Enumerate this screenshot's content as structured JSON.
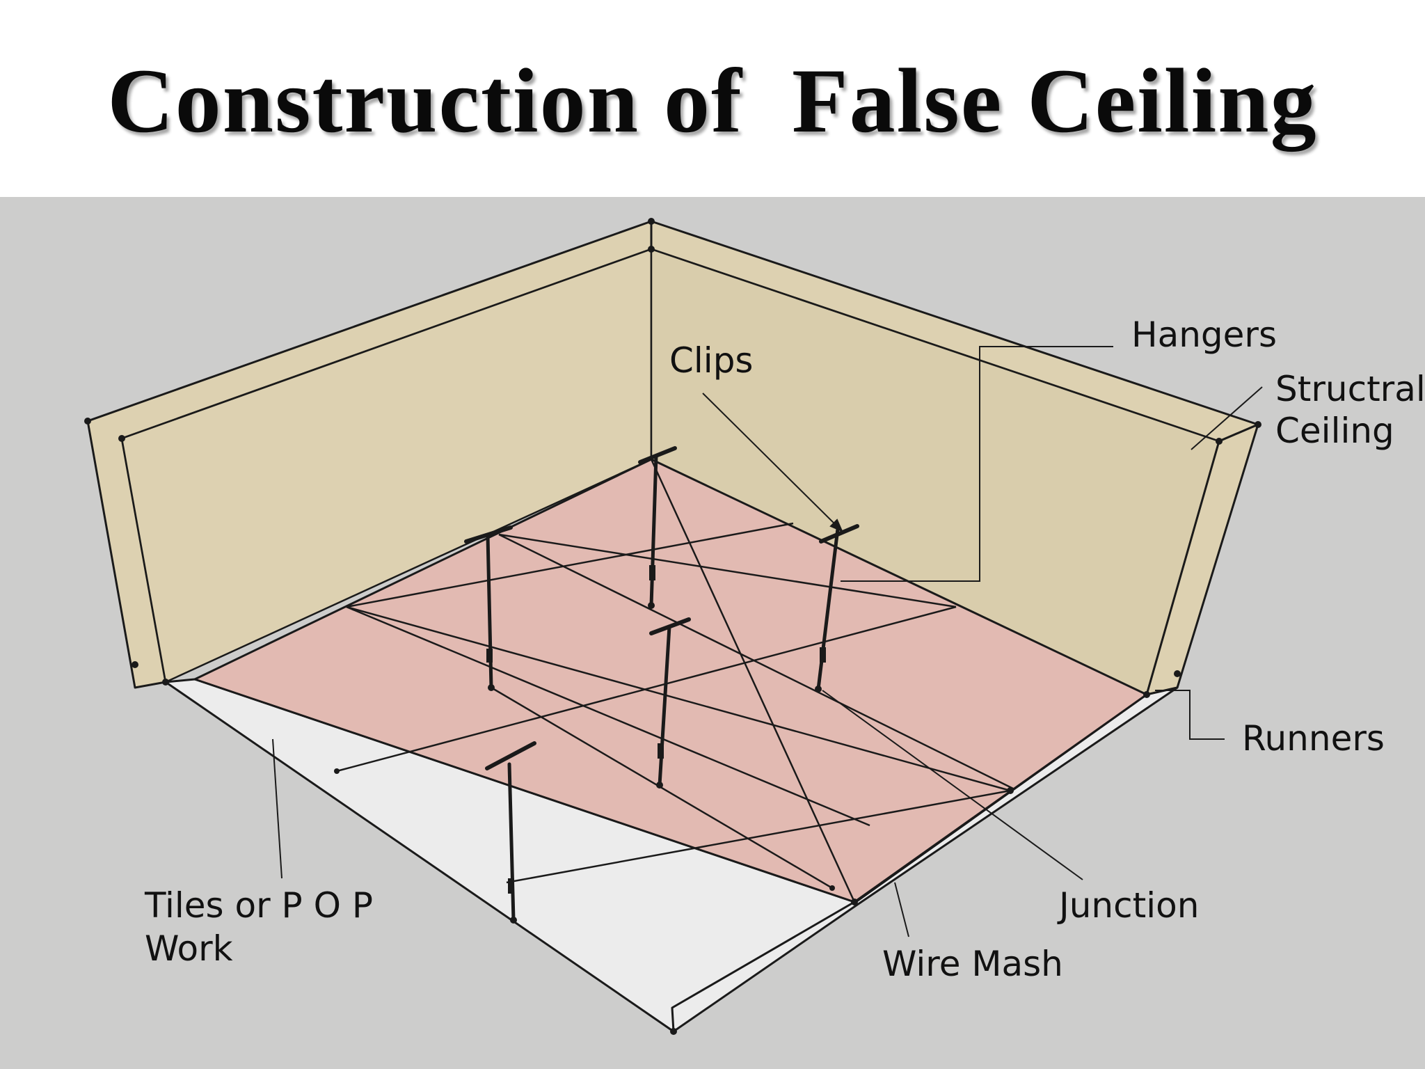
{
  "title": "Construction of  False Ceiling",
  "labels": {
    "clips": "Clips",
    "hangers": "Hangers",
    "structural_ceiling_line1": "Structral",
    "structural_ceiling_line2": "Ceiling",
    "runners": "Runners",
    "junction": "Junction",
    "wire_mash": "Wire Mash",
    "tiles_line1": "Tiles or P O P",
    "tiles_line2": "Work"
  },
  "colors": {
    "background": "#cdcdcc",
    "wall": "#ddd1b1",
    "tiles": "#e2bab2",
    "border_strip": "#ececec",
    "line": "#1a1a1a"
  }
}
